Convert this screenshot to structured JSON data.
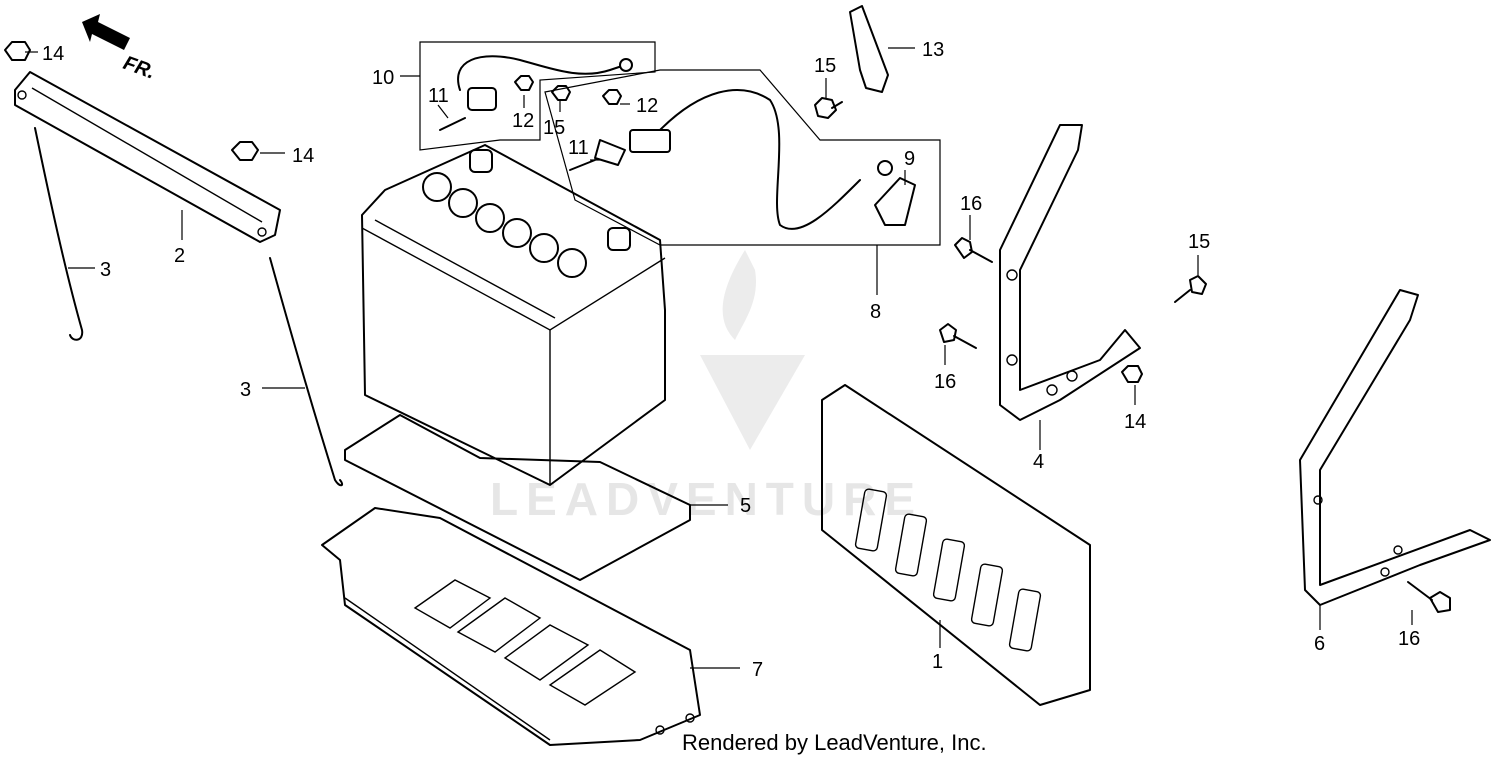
{
  "direction_label": "FR.",
  "watermark_text": "LEADVENTURE",
  "footer_text": "Rendered by LeadVenture, Inc.",
  "callouts": [
    "14",
    "14",
    "3",
    "2",
    "3",
    "10",
    "11",
    "12",
    "15",
    "12",
    "11",
    "9",
    "8",
    "15",
    "13",
    "16",
    "15",
    "16",
    "14",
    "4",
    "5",
    "7",
    "1",
    "6",
    "16"
  ],
  "colors": {
    "line": "#000000",
    "watermark": "#e6e6e6",
    "background": "#ffffff"
  }
}
